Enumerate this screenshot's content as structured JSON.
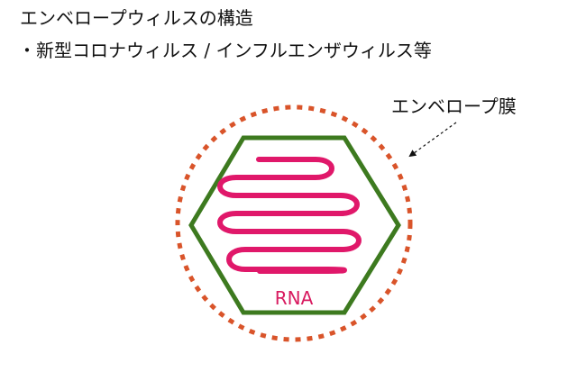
{
  "header": {
    "title": "エンベロープウィルスの構造",
    "subtitle": "・新型コロナウィルス / インフルエンザウィルス等"
  },
  "diagram": {
    "envelope_label": "エンベロープ膜",
    "rna_label": "RNA"
  },
  "colors": {
    "envelope": "#d9542a",
    "capsid": "#3d7a1f",
    "rna": "#e0186a",
    "text": "#111111",
    "rna_text": "#d81b60"
  }
}
